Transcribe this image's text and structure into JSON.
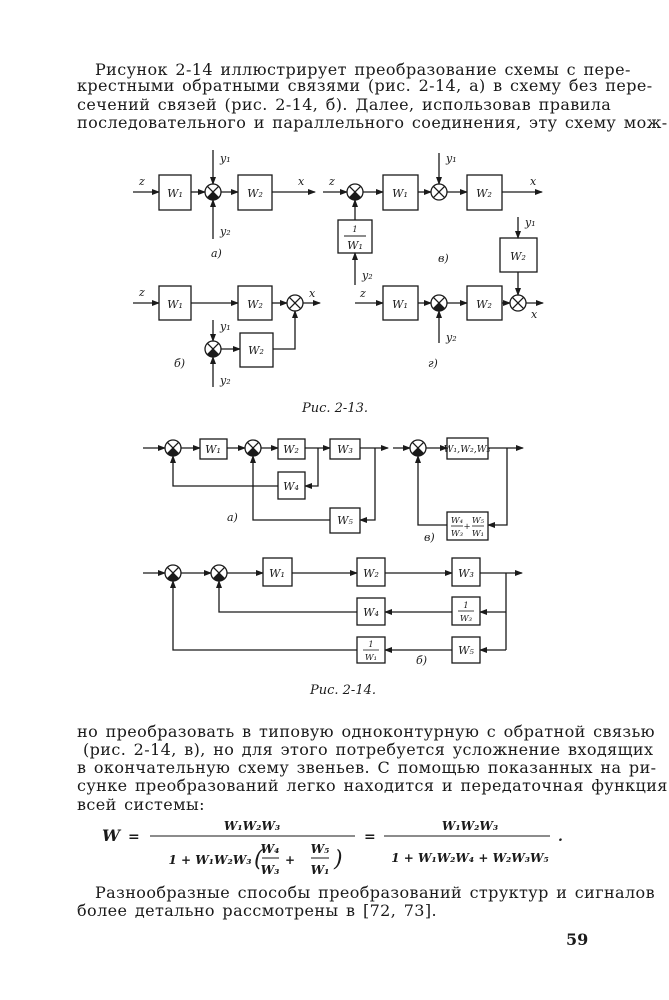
{
  "text": {
    "top_lines": [
      "Рисунок 2-14 иллюстрирует преобразование схемы с пере-",
      "крестными обратными связями (рис. 2-14, а) в схему без пере-",
      "сечений связей (рис. 2-14, б). Далее, использовав правила",
      "последовательного и параллельного соединения, эту схему мож-"
    ],
    "bottom_lines": [
      "но преобразовать в типовую одноконтурную с обратной связью",
      "(рис. 2-14, в), но для этого потребуется усложнение входящих",
      "в окончательную схему звеньев. С помощью показанных на ри-",
      "сунке преобразований легко находится и передаточная функция",
      "всей системы:"
    ],
    "final_lines": [
      "Разнообразные способы преобразований структур и сигналов",
      "более детально рассмотрены в [72, 73]."
    ]
  },
  "fig_2_13": {
    "caption": "Рис. 2-13.",
    "z": "z",
    "x": "x",
    "y1": "y₁",
    "y2": "y₂",
    "W1": "W₁",
    "W2": "W₂",
    "one": "1",
    "sub_a": "а)",
    "sub_b": "б)",
    "sub_v": "в)",
    "sub_g": "г)"
  },
  "fig_2_14": {
    "caption": "Рис. 2-14.",
    "W1": "W₁",
    "W2": "W₂",
    "W3": "W₃",
    "W4": "W₄",
    "W5": "W₅",
    "W123": "W₁,W₂,W₃",
    "one": "1",
    "plus": "+",
    "sub_a": "а)",
    "sub_b": "б)",
    "sub_v": "в)"
  },
  "formula": {
    "lhs": "W",
    "eq": "=",
    "num1": "W₁W₂W₃",
    "den1_prefix": "1 + W₁W₂W₃",
    "lparen": "(",
    "rparen": ")",
    "f1_num": "W₄",
    "f1_den": "W₃",
    "plus": "+",
    "f2_num": "W₅",
    "f2_den": "W₁",
    "num2": "W₁W₂W₃",
    "den2": "1 + W₁W₂W₄ + W₂W₃W₅",
    "end": "."
  },
  "page_number": "59"
}
